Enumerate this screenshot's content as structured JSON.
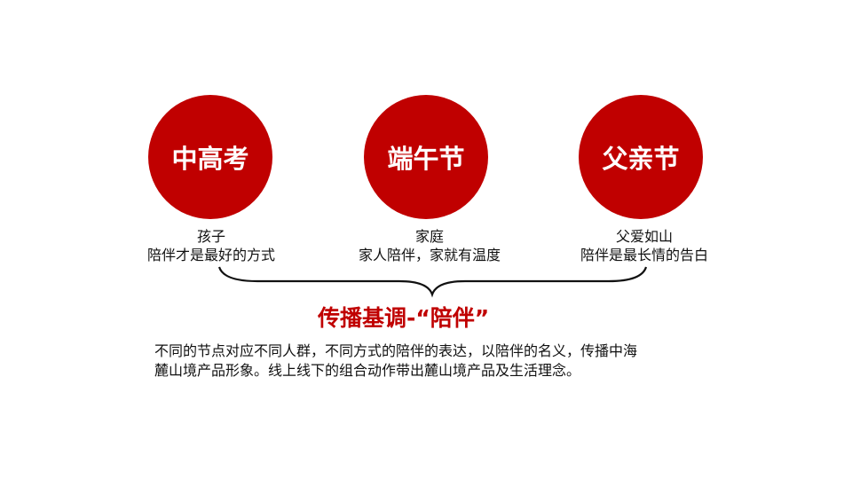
{
  "slide": {
    "accent_color": "#C00000",
    "nodes": [
      {
        "title": "中高考",
        "audience": "孩子",
        "tagline": "陪伴才是最好的方式"
      },
      {
        "title": "端午节",
        "audience": "家庭",
        "tagline": "家人陪伴，家就有温度"
      },
      {
        "title": "父亲节",
        "audience": "父爱如山",
        "tagline": "陪伴是最长情的告白"
      }
    ],
    "theme_title": "传播基调-“陪伴”",
    "description": {
      "line1": "不同的节点对应不同人群，不同方式的陪伴的表达，以陪伴的名义，传播中海",
      "line2": "麓山境产品形象。线上线下的组合动作带出麓山境产品及生活理念。"
    }
  }
}
